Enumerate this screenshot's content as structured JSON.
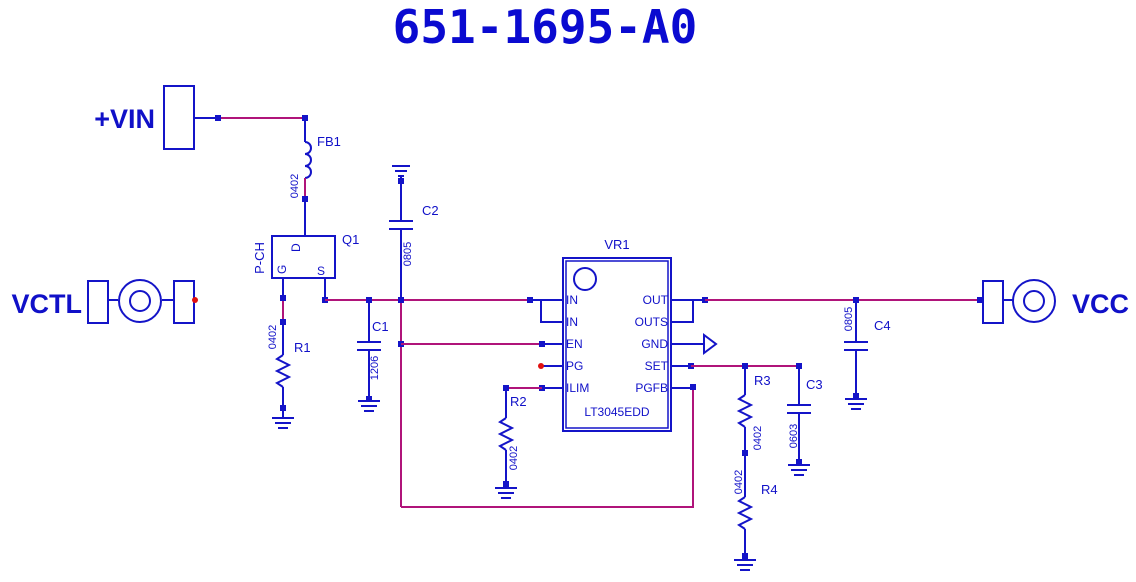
{
  "title": "651-1695-A0",
  "ports": {
    "vin": "+VIN",
    "vctl": "VCTL",
    "vcc": "VCC"
  },
  "components": {
    "fb1": {
      "ref": "FB1",
      "package": "0402"
    },
    "q1": {
      "ref": "Q1",
      "type": "P-CH",
      "pin_d": "D",
      "pin_g": "G",
      "pin_s": "S"
    },
    "r1": {
      "ref": "R1",
      "package": "0402"
    },
    "c1": {
      "ref": "C1",
      "package": "1206"
    },
    "c2": {
      "ref": "C2",
      "package": "0805"
    },
    "vr1": {
      "ref": "VR1",
      "part": "LT3045EDD",
      "pins_left": [
        "IN",
        "IN",
        "EN",
        "PG",
        "ILIM"
      ],
      "pins_right": [
        "OUT",
        "OUTS",
        "GND",
        "SET",
        "PGFB"
      ]
    },
    "r2": {
      "ref": "R2",
      "package": "0402"
    },
    "r3": {
      "ref": "R3",
      "package": "0402"
    },
    "r4": {
      "ref": "R4",
      "package": "0402"
    },
    "c3": {
      "ref": "C3",
      "package": "0603"
    },
    "c4": {
      "ref": "C4",
      "package": "0805"
    }
  },
  "colors": {
    "component": "#1414c8",
    "wire": "#b0147a",
    "no_connect": "#e01010"
  }
}
